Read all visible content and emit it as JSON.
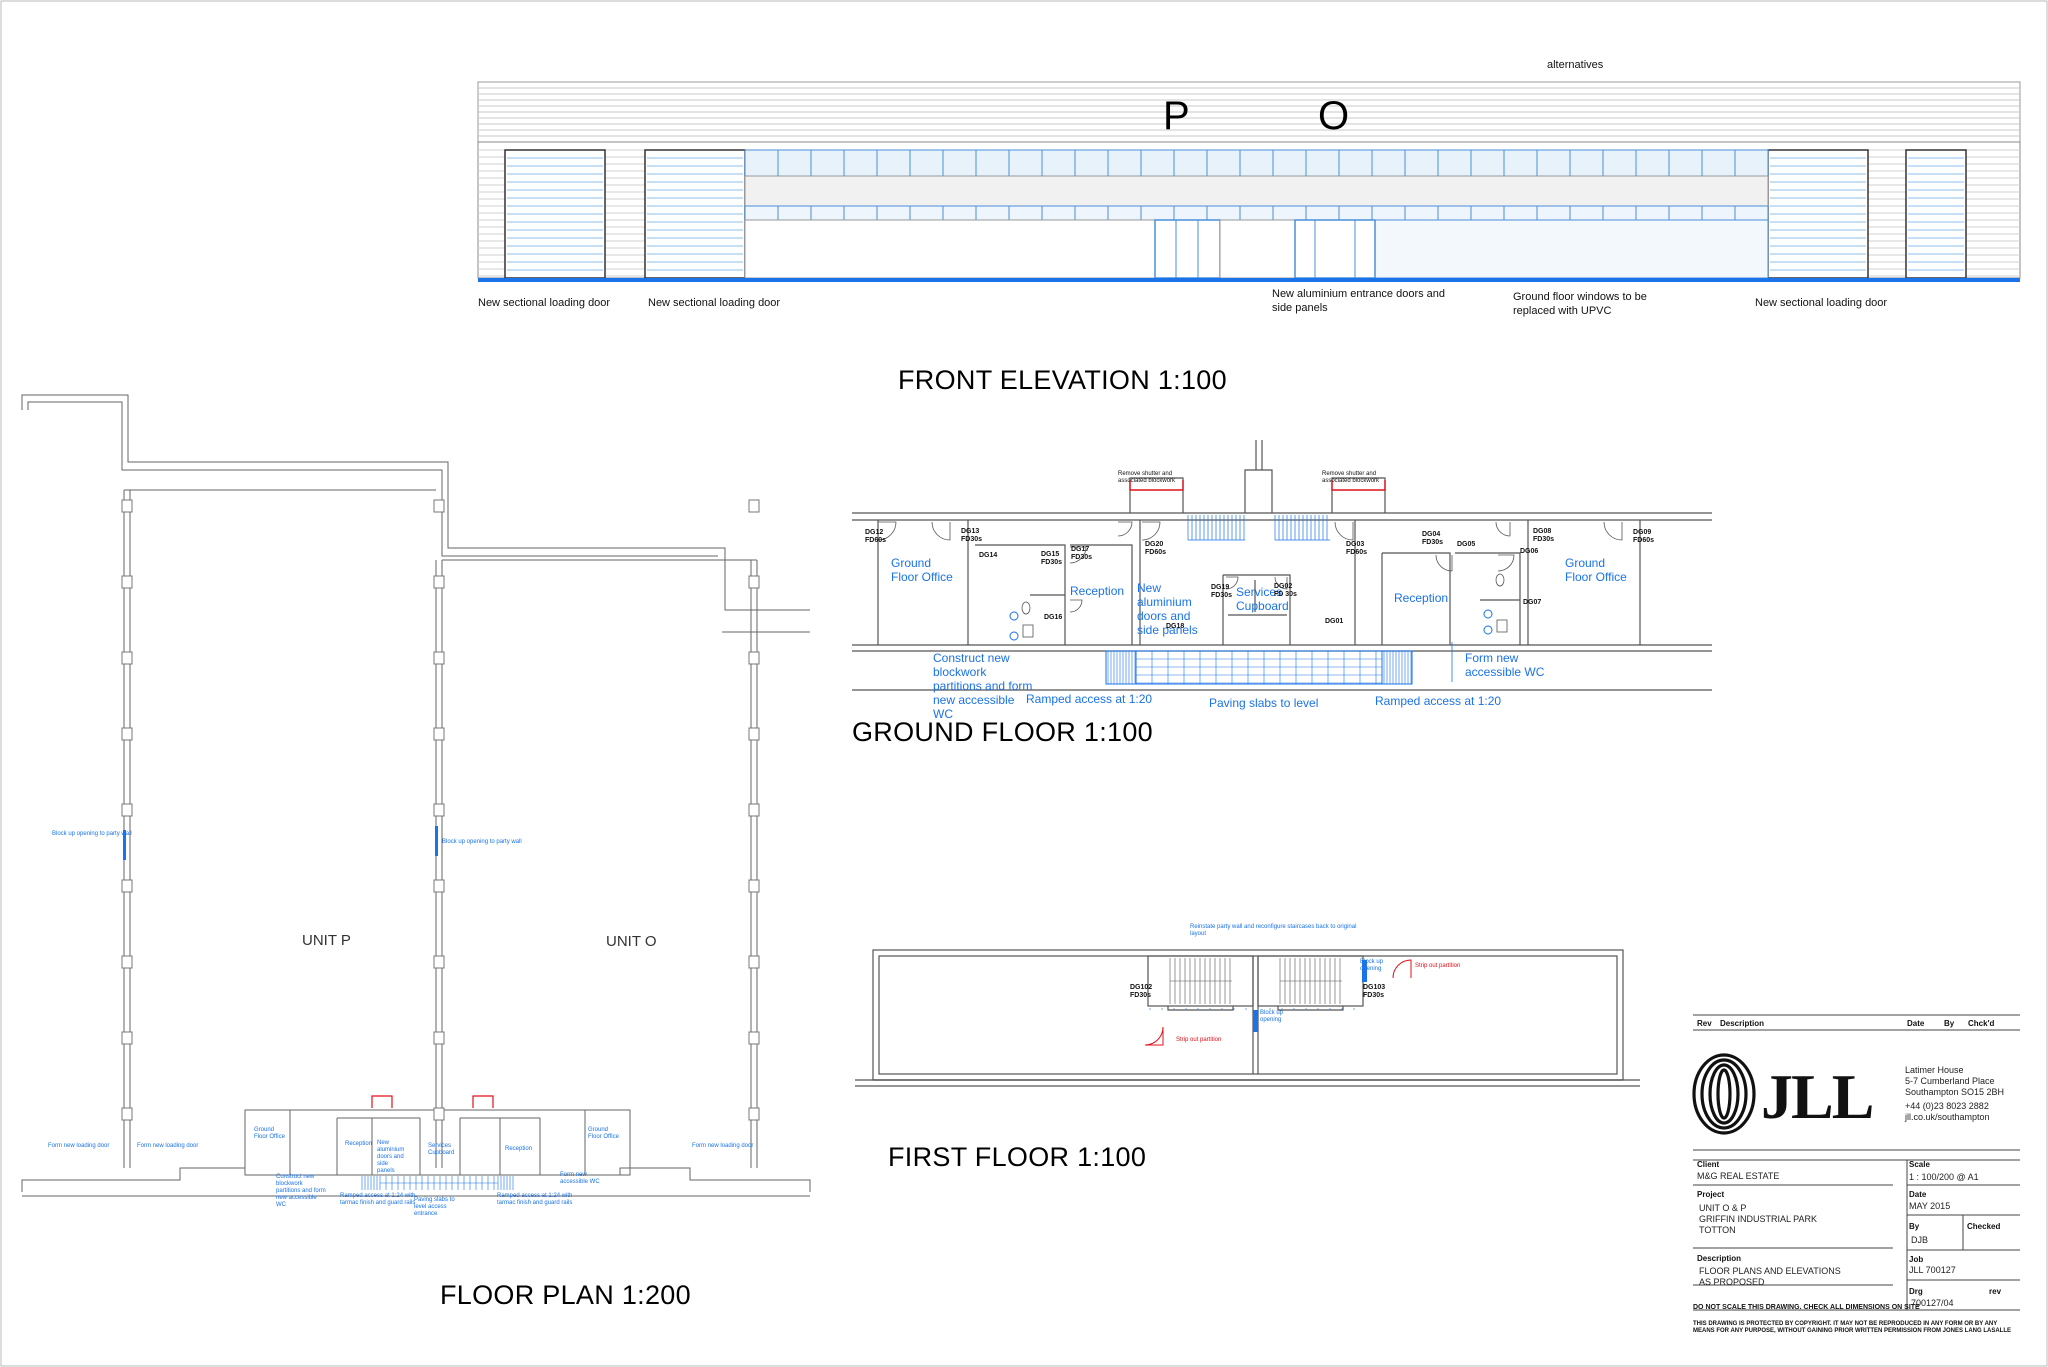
{
  "elevation": {
    "top_note": "alternatives",
    "letters": [
      "P",
      "O"
    ],
    "notes": {
      "loading_door_1": "New sectional loading door",
      "loading_door_2": "New sectional loading door",
      "entrance_doors": "New aluminium entrance doors and side panels",
      "ground_windows": "Ground floor windows to be replaced with UPVC",
      "loading_door_3": "New sectional loading door"
    },
    "title": "FRONT ELEVATION 1:100"
  },
  "floor_plan": {
    "title": "FLOOR PLAN 1:200",
    "unit_p": "UNIT P",
    "unit_o": "UNIT O",
    "note_left": "Block up opening to party wall",
    "note_mid": "Block up opening to party wall",
    "small_notes": {
      "form_loading_left": "Form new loading door",
      "form_loading_mid": "Form new loading door",
      "form_loading_right": "Form new loading door",
      "construct": "Construct new blockwork partitions and form new accessible WC",
      "ramped_left": "Ramped access at 1:24 with tarmac finish and guard rails",
      "paving": "Paving slabs to level access entrance",
      "ramped_right": "Ramped access at 1:24 with tarmac finish and guard rails",
      "form_wc": "Form new accessible WC",
      "ground_office_l": "Ground Floor Office",
      "reception_l": "Reception",
      "new_doors": "New aluminium doors and side panels",
      "services": "Services Cupboard",
      "reception_r": "Reception",
      "ground_office_r": "Ground Floor Office"
    }
  },
  "ground_floor": {
    "title": "GROUND FLOOR 1:100",
    "remove_shutter_1": "Remove shutter and associated blockwork",
    "remove_shutter_2": "Remove shutter and associated blockwork",
    "rooms": {
      "office_left": "Ground Floor Office",
      "reception_left": "Reception",
      "new_doors": "New aluminium doors and side panels",
      "services": "Services Cupboard",
      "reception_right": "Reception",
      "office_right": "Ground Floor Office"
    },
    "notes": {
      "construct": "Construct new blockwork partitions and form new accessible WC",
      "ramped_left": "Ramped access at 1:20",
      "paving": "Paving slabs to level",
      "ramped_right": "Ramped access at 1:20",
      "form_wc": "Form new accessible WC"
    },
    "doors": {
      "dg12": "DG12",
      "dg12f": "FD60s",
      "dg13": "DG13",
      "dg13f": "FD30s",
      "dg14": "DG14",
      "dg15": "DG15",
      "dg15f": "FD30s",
      "dg17": "DG17",
      "dg17f": "FD30s",
      "dg16": "DG16",
      "dg20": "DG20",
      "dg20f": "FD60s",
      "dg19": "DG19",
      "dg19f": "FD30s",
      "dg02": "DG02",
      "dg02f": "FD 30s",
      "dg18": "DG18",
      "dg03": "DG03",
      "dg03f": "FD60s",
      "dg01": "DG01",
      "dg04": "DG04",
      "dg04f": "FD30s",
      "dg05": "DG05",
      "dg08": "DG08",
      "dg08f": "FD30s",
      "dg06": "DG06",
      "dg09": "DG09",
      "dg09f": "FD60s",
      "dg07": "DG07"
    }
  },
  "first_floor": {
    "title": "FIRST FLOOR 1:100",
    "reinstate": "Reinstate party wall and reconfigure staircases back to original layout",
    "strip_right": "Strip out partition",
    "strip_left": "Strip out partition",
    "block_up_top": "Block up opening",
    "block_up_mid": "Block up opening",
    "dg102": "DG102",
    "dg102f": "FD30s",
    "dg103": "DG103",
    "dg103f": "FD30s"
  },
  "title_block": {
    "rev": "Rev",
    "description_h": "Description",
    "date_h": "Date",
    "by_h": "By",
    "chkd_h": "Chck'd",
    "address": [
      "Latimer House",
      "5-7 Cumberland Place",
      "Southampton  SO15 2BH",
      "+44  (0)23 8023 2882",
      "jll.co.uk/southampton"
    ],
    "logo": "JLL",
    "client_label": "Client",
    "client": "M&G REAL ESTATE",
    "scale_label": "Scale",
    "scale": "1 : 100/200 @ A1",
    "project_label": "Project",
    "project": [
      "UNIT O & P",
      "GRIFFIN INDUSTRIAL PARK",
      "TOTTON"
    ],
    "date_label": "Date",
    "date": "MAY 2015",
    "by_label": "By",
    "by": "DJB",
    "checked_label": "Checked",
    "description_label": "Description",
    "description": [
      "FLOOR PLANS AND ELEVATIONS",
      "AS PROPOSED"
    ],
    "job_label": "Job",
    "job": "JLL 700127",
    "drg_label": "Drg",
    "rev_label": "rev",
    "drg": "700127/04",
    "disclaimer1": "DO NOT SCALE THIS DRAWING. CHECK ALL DIMENSIONS ON SITE",
    "disclaimer2": "THIS DRAWING IS PROTECTED BY COPYRIGHT. IT MAY NOT BE REPRODUCED IN ANY FORM OR BY ANY MEANS FOR ANY PURPOSE, WITHOUT GAINING PRIOR WRITTEN PERMISSION FROM JONES LANG LASALLE"
  }
}
